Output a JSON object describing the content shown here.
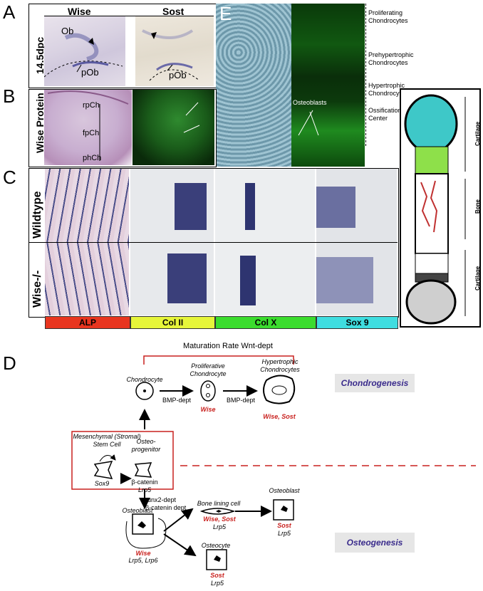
{
  "panel_letters": {
    "a": "A",
    "b": "B",
    "c": "C",
    "d": "D",
    "e": "E"
  },
  "panel_a": {
    "col_left": "Wise",
    "col_right": "Sost",
    "row_label": "14.5dpc",
    "ob": "Ob",
    "pob_left": "pOb",
    "pob_right": "pOb"
  },
  "panel_b": {
    "row_label": "Wise Protein",
    "rpch": "rpCh",
    "fpch": "fpCh",
    "phch": "phCh"
  },
  "panel_e": {
    "proliferating": "Proliferating Chondrocytes",
    "prehypertrophic": "Prehypertrophic Chondrocytes",
    "hypertrophic": "Hypertrophic Chondrocytes",
    "ossification": "Ossification Center",
    "osteoblasts": "Osteoblasts"
  },
  "panel_c": {
    "row1": "Wildtype",
    "row2": "Wise-/-",
    "markers": [
      {
        "label": "ALP",
        "color": "#e8351f"
      },
      {
        "label": "Col II",
        "color": "#e6f53a"
      },
      {
        "label": "Col X",
        "color": "#3bdc2e"
      },
      {
        "label": "Sox 9",
        "color": "#3fdde0"
      }
    ]
  },
  "bone": {
    "cartilage_top": "Cartilage",
    "bone": "Bone",
    "cartilage_bottom": "Cartilage"
  },
  "panel_d": {
    "maturation": "Maturation Rate Wnt-dept",
    "chondrocyte": "Chondrocyte",
    "proliferative": "Proliferative Chondrocyte",
    "hypertrophic": "Hypertrophic Chondrocytes",
    "bmp1": "BMP-dept",
    "bmp2": "BMP-dept",
    "wise_prolif": "Wise",
    "wise_sost_hyper": "Wise, Sost",
    "chondrogenesis": "Chondrogenesis",
    "osteogenesis": "Osteogenesis",
    "msc": "Mesenchymal (Stromal) Stem Cell",
    "osteoprogenitor": "Osteo- progenitor",
    "sox9": "Sox9",
    "bcatenin": "β-catenin",
    "lrp5_prog": "Lrp5",
    "runx2": "runx2-dept",
    "bcat_dept": "β-catenin dept",
    "osteoblast_left": "Osteoblast",
    "wise_ob": "Wise",
    "lrp_ob": "Lrp5, Lrp6",
    "bone_lining": "Bone lining cell",
    "wise_sost_bl": "Wise, Sost",
    "lrp5_bl": "Lrp5",
    "osteoblast_right": "Osteoblast",
    "sost_ob": "Sost",
    "lrp5_ob": "Lrp5",
    "osteocyte": "Osteocyte",
    "sost_oc": "Sost",
    "lrp5_oc": "Lrp5"
  }
}
